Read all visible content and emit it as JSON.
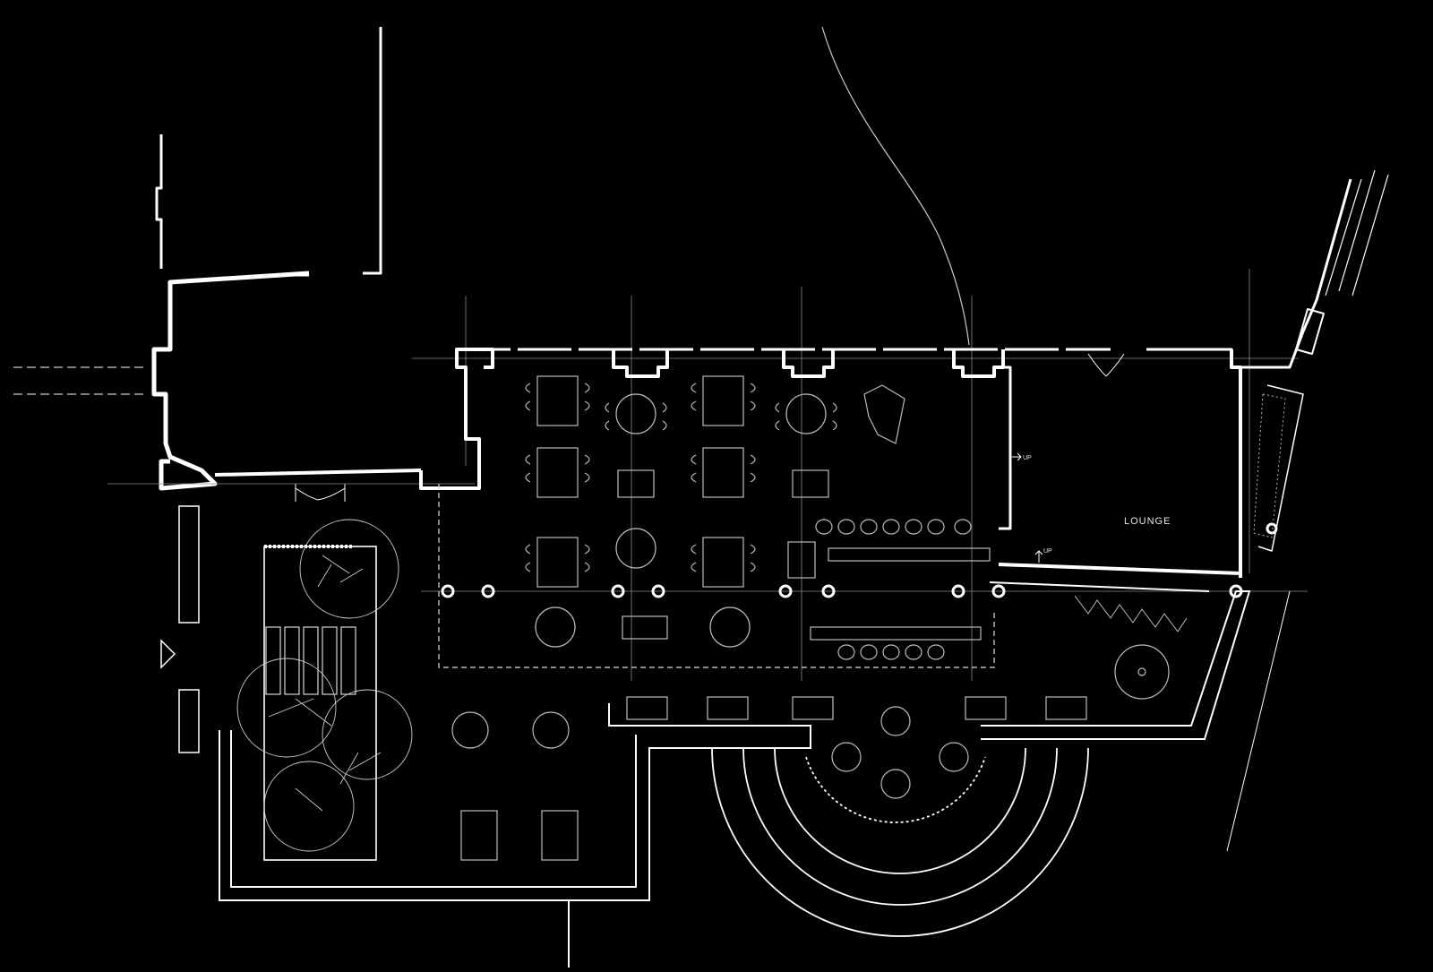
{
  "drawing": {
    "background": "#000000",
    "line_color": "#ffffff",
    "labels": {
      "lounge": "LOUNGE",
      "up_1": "UP",
      "up_2": "UP"
    }
  }
}
